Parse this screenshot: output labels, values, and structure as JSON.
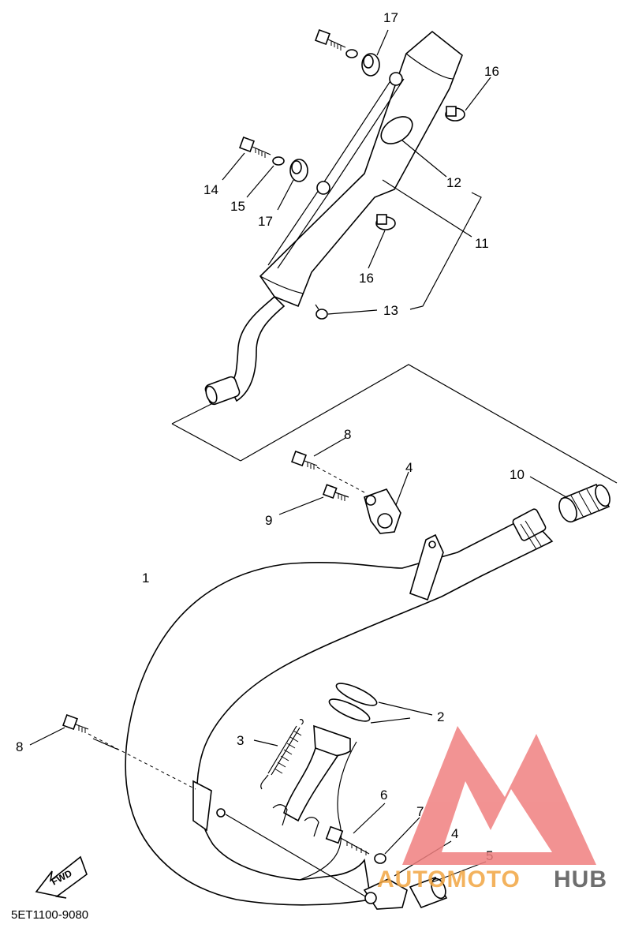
{
  "diagram": {
    "part_code": "5ET1100-9080",
    "direction_label": "FWD",
    "callouts": [
      {
        "id": "c17a",
        "label": "17"
      },
      {
        "id": "c16a",
        "label": "16"
      },
      {
        "id": "c12",
        "label": "12"
      },
      {
        "id": "c14",
        "label": "14"
      },
      {
        "id": "c15",
        "label": "15"
      },
      {
        "id": "c17b",
        "label": "17"
      },
      {
        "id": "c11",
        "label": "11"
      },
      {
        "id": "c16b",
        "label": "16"
      },
      {
        "id": "c13",
        "label": "13"
      },
      {
        "id": "c8a",
        "label": "8"
      },
      {
        "id": "c4a",
        "label": "4"
      },
      {
        "id": "c10",
        "label": "10"
      },
      {
        "id": "c9",
        "label": "9"
      },
      {
        "id": "c1",
        "label": "1"
      },
      {
        "id": "c2",
        "label": "2"
      },
      {
        "id": "c8b",
        "label": "8"
      },
      {
        "id": "c3",
        "label": "3"
      },
      {
        "id": "c6",
        "label": "6"
      },
      {
        "id": "c7",
        "label": "7"
      },
      {
        "id": "c4b",
        "label": "4"
      },
      {
        "id": "c5",
        "label": "5"
      }
    ]
  },
  "watermark": {
    "brand_part1": "AUTOMOTO",
    "brand_part2": "HUB",
    "logo_color": "#f08080",
    "text_color_part1": "#f2a541",
    "text_color_part2": "#555555"
  }
}
